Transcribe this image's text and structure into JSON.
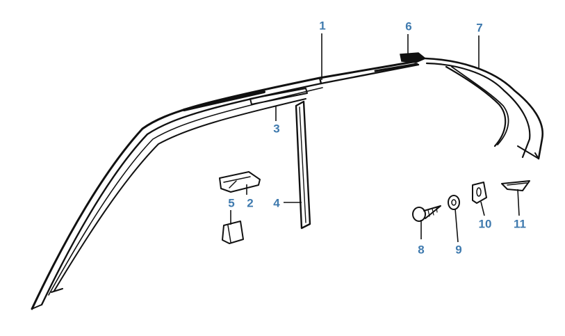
{
  "diagram": {
    "callouts": [
      {
        "id": "c1",
        "text": "1"
      },
      {
        "id": "c2",
        "text": "2"
      },
      {
        "id": "c3",
        "text": "3"
      },
      {
        "id": "c4",
        "text": "4"
      },
      {
        "id": "c5",
        "text": "5"
      },
      {
        "id": "c6",
        "text": "6"
      },
      {
        "id": "c7",
        "text": "7"
      },
      {
        "id": "c8",
        "text": "8"
      },
      {
        "id": "c9",
        "text": "9"
      },
      {
        "id": "c10",
        "text": "10"
      },
      {
        "id": "c11",
        "text": "11"
      }
    ],
    "colors": {
      "callout": "#3f7aae",
      "ink": "#111111",
      "background": "#ffffff"
    }
  }
}
